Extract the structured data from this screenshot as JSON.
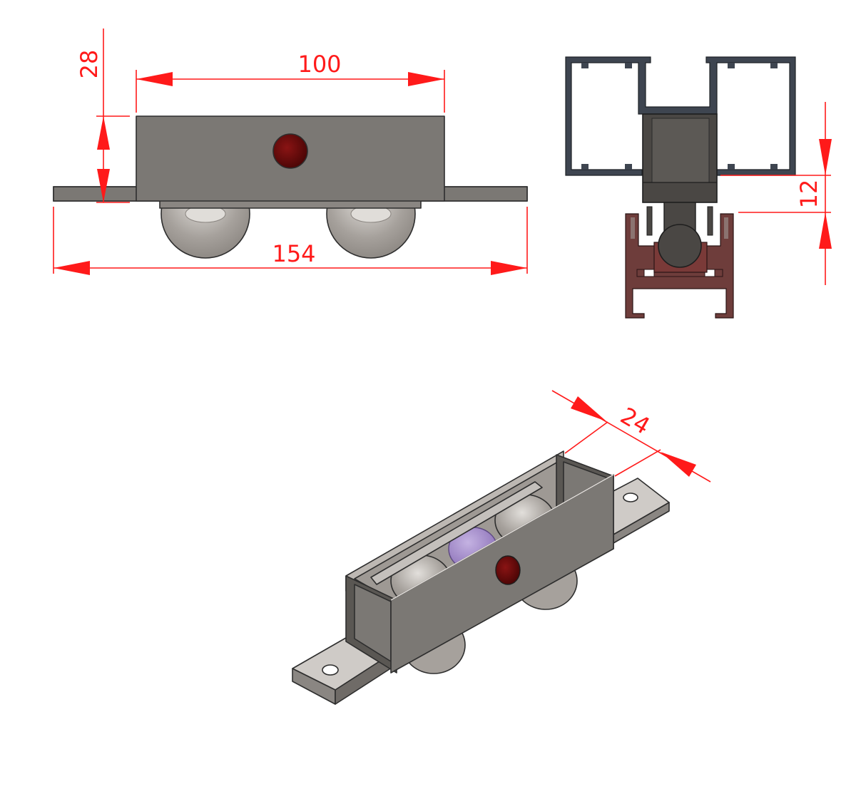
{
  "drawing": {
    "dimensions": {
      "total_length": "154",
      "housing_length": "100",
      "height": "28",
      "rail_offset": "12",
      "width": "24"
    },
    "colors": {
      "dimension": "#ff1a1a",
      "housing": "#7b7874",
      "housing_dark": "#5f5c58",
      "wheel": "#a6a19c",
      "wheel_light": "#d8d4d0",
      "axle_cap": "#6e0a0a",
      "upper_profile": "#3e4550",
      "lower_profile": "#6e3d3b",
      "bearing_purple": "#9a7fc4"
    }
  }
}
